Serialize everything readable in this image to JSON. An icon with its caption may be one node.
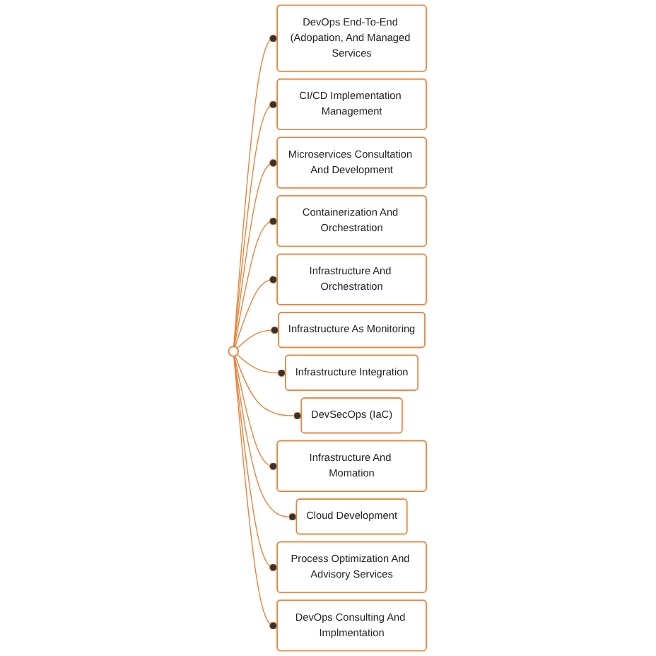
{
  "diagram": {
    "nodes": [
      {
        "text": [],
        "shape": "circle"
      },
      {
        "text": [
          "DevOps End-To-End (Adopation, And Managed Services"
        ]
      },
      {
        "text": [
          "CI/CD Implementation Management"
        ]
      },
      {
        "text": [
          "Microservices Consultation And Development"
        ]
      },
      {
        "text": [
          "Containerization And Orchestration"
        ]
      },
      {
        "text": [
          "Infrastructure And Orchestration"
        ]
      },
      {
        "text": [
          "Infrastructure As Monitoring"
        ]
      },
      {
        "text": [
          "Infrastructure Integration"
        ]
      },
      {
        "text": [
          "DevSecOps (IaC)"
        ]
      },
      {
        "text": [
          "Infrastructure And Momation"
        ]
      },
      {
        "text": [
          "Cloud Development"
        ]
      },
      {
        "text": [
          "Process Optimization And Advisory Services"
        ]
      },
      {
        "text": [
          "DevOps Consulting And Implmentation"
        ]
      }
    ],
    "edges": [
      {
        "from": 0,
        "to": 1,
        "arrow": "other"
      },
      {
        "from": 0,
        "to": 2,
        "arrow": "other"
      },
      {
        "from": 0,
        "to": 3,
        "arrow": "other"
      },
      {
        "from": 0,
        "to": 4,
        "arrow": "other"
      },
      {
        "from": 0,
        "to": 5,
        "arrow": "other"
      },
      {
        "from": 0,
        "to": 6,
        "arrow": "other"
      },
      {
        "from": 0,
        "to": 7,
        "arrow": "other"
      },
      {
        "from": 0,
        "to": 8,
        "arrow": "other"
      },
      {
        "from": 0,
        "to": 9,
        "arrow": "other"
      },
      {
        "from": 0,
        "to": 10,
        "arrow": "other"
      },
      {
        "from": 0,
        "to": 11,
        "arrow": "other"
      },
      {
        "from": 0,
        "to": 12,
        "arrow": "other"
      }
    ]
  }
}
